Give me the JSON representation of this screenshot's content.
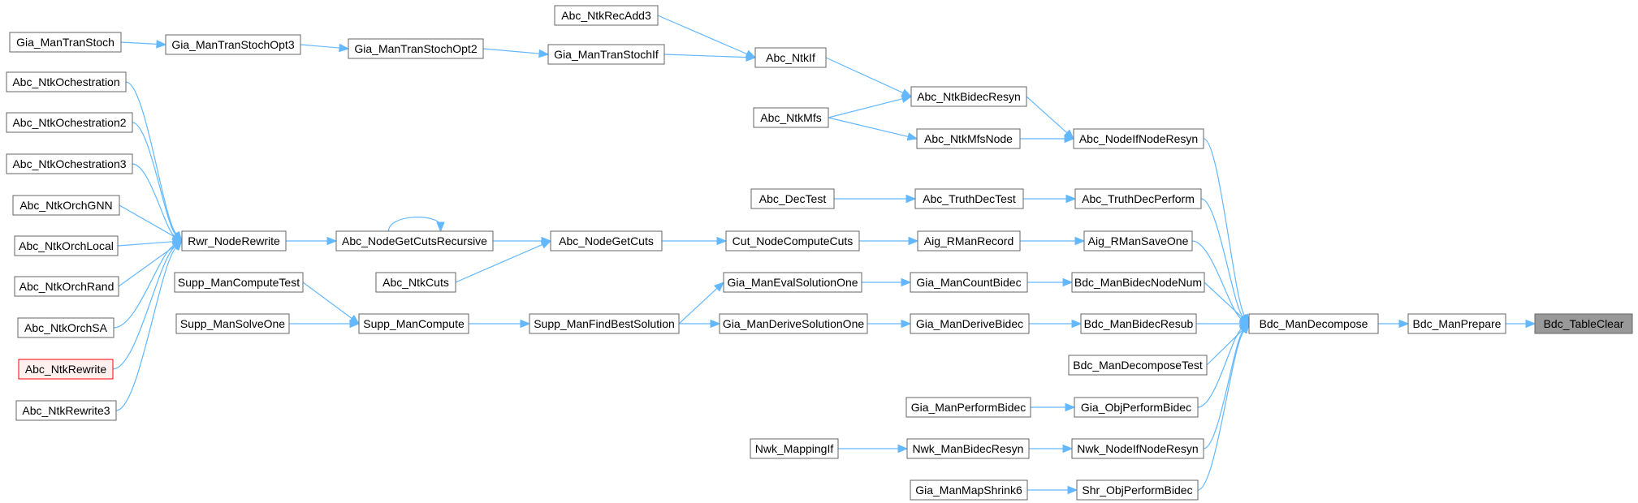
{
  "graph": {
    "colors": {
      "edge": "#63b8ff",
      "node_border": "#666666",
      "highlight_border": "#ff0000",
      "highlight_fill": "#fff0f0",
      "root_fill": "#999999"
    },
    "nodes": [
      {
        "id": "Gia_ManTranStoch",
        "label": "Gia_ManTranStoch",
        "style": "normal"
      },
      {
        "id": "Gia_ManTranStochOpt3",
        "label": "Gia_ManTranStochOpt3",
        "style": "normal"
      },
      {
        "id": "Gia_ManTranStochOpt2",
        "label": "Gia_ManTranStochOpt2",
        "style": "normal"
      },
      {
        "id": "Gia_ManTranStochIf",
        "label": "Gia_ManTranStochIf",
        "style": "normal"
      },
      {
        "id": "Abc_NtkRecAdd3",
        "label": "Abc_NtkRecAdd3",
        "style": "normal"
      },
      {
        "id": "Abc_NtkIf",
        "label": "Abc_NtkIf",
        "style": "normal"
      },
      {
        "id": "Abc_NtkBidecResyn",
        "label": "Abc_NtkBidecResyn",
        "style": "normal"
      },
      {
        "id": "Abc_NtkMfs",
        "label": "Abc_NtkMfs",
        "style": "normal"
      },
      {
        "id": "Abc_NtkMfsNode",
        "label": "Abc_NtkMfsNode",
        "style": "normal"
      },
      {
        "id": "Abc_NodeIfNodeResyn",
        "label": "Abc_NodeIfNodeResyn",
        "style": "normal"
      },
      {
        "id": "Abc_NtkOchestration",
        "label": "Abc_NtkOchestration",
        "style": "normal"
      },
      {
        "id": "Abc_NtkOchestration2",
        "label": "Abc_NtkOchestration2",
        "style": "normal"
      },
      {
        "id": "Abc_NtkOchestration3",
        "label": "Abc_NtkOchestration3",
        "style": "normal"
      },
      {
        "id": "Abc_NtkOrchGNN",
        "label": "Abc_NtkOrchGNN",
        "style": "normal"
      },
      {
        "id": "Abc_NtkOrchLocal",
        "label": "Abc_NtkOrchLocal",
        "style": "normal"
      },
      {
        "id": "Abc_NtkOrchRand",
        "label": "Abc_NtkOrchRand",
        "style": "normal"
      },
      {
        "id": "Abc_NtkOrchSA",
        "label": "Abc_NtkOrchSA",
        "style": "normal"
      },
      {
        "id": "Abc_NtkRewrite",
        "label": "Abc_NtkRewrite",
        "style": "highlight"
      },
      {
        "id": "Abc_NtkRewrite3",
        "label": "Abc_NtkRewrite3",
        "style": "normal"
      },
      {
        "id": "Rwr_NodeRewrite",
        "label": "Rwr_NodeRewrite",
        "style": "normal"
      },
      {
        "id": "Abc_NodeGetCutsRecursive",
        "label": "Abc_NodeGetCutsRecursive",
        "style": "normal"
      },
      {
        "id": "Abc_NtkCuts",
        "label": "Abc_NtkCuts",
        "style": "normal"
      },
      {
        "id": "Abc_NodeGetCuts",
        "label": "Abc_NodeGetCuts",
        "style": "normal"
      },
      {
        "id": "Abc_DecTest",
        "label": "Abc_DecTest",
        "style": "normal"
      },
      {
        "id": "Abc_TruthDecTest",
        "label": "Abc_TruthDecTest",
        "style": "normal"
      },
      {
        "id": "Abc_TruthDecPerform",
        "label": "Abc_TruthDecPerform",
        "style": "normal"
      },
      {
        "id": "Cut_NodeComputeCuts",
        "label": "Cut_NodeComputeCuts",
        "style": "normal"
      },
      {
        "id": "Aig_RManRecord",
        "label": "Aig_RManRecord",
        "style": "normal"
      },
      {
        "id": "Aig_RManSaveOne",
        "label": "Aig_RManSaveOne",
        "style": "normal"
      },
      {
        "id": "Supp_ManComputeTest",
        "label": "Supp_ManComputeTest",
        "style": "normal"
      },
      {
        "id": "Supp_ManSolveOne",
        "label": "Supp_ManSolveOne",
        "style": "normal"
      },
      {
        "id": "Supp_ManCompute",
        "label": "Supp_ManCompute",
        "style": "normal"
      },
      {
        "id": "Supp_ManFindBestSolution",
        "label": "Supp_ManFindBestSolution",
        "style": "normal"
      },
      {
        "id": "Gia_ManEvalSolutionOne",
        "label": "Gia_ManEvalSolutionOne",
        "style": "normal"
      },
      {
        "id": "Gia_ManDeriveSolutionOne",
        "label": "Gia_ManDeriveSolutionOne",
        "style": "normal"
      },
      {
        "id": "Gia_ManCountBidec",
        "label": "Gia_ManCountBidec",
        "style": "normal"
      },
      {
        "id": "Gia_ManDeriveBidec",
        "label": "Gia_ManDeriveBidec",
        "style": "normal"
      },
      {
        "id": "Bdc_ManBidecNodeNum",
        "label": "Bdc_ManBidecNodeNum",
        "style": "normal"
      },
      {
        "id": "Bdc_ManBidecResub",
        "label": "Bdc_ManBidecResub",
        "style": "normal"
      },
      {
        "id": "Bdc_ManDecomposeTest",
        "label": "Bdc_ManDecomposeTest",
        "style": "normal"
      },
      {
        "id": "Gia_ManPerformBidec",
        "label": "Gia_ManPerformBidec",
        "style": "normal"
      },
      {
        "id": "Gia_ObjPerformBidec",
        "label": "Gia_ObjPerformBidec",
        "style": "normal"
      },
      {
        "id": "Nwk_MappingIf",
        "label": "Nwk_MappingIf",
        "style": "normal"
      },
      {
        "id": "Nwk_ManBidecResyn",
        "label": "Nwk_ManBidecResyn",
        "style": "normal"
      },
      {
        "id": "Nwk_NodeIfNodeResyn",
        "label": "Nwk_NodeIfNodeResyn",
        "style": "normal"
      },
      {
        "id": "Gia_ManMapShrink6",
        "label": "Gia_ManMapShrink6",
        "style": "normal"
      },
      {
        "id": "Shr_ObjPerformBidec",
        "label": "Shr_ObjPerformBidec",
        "style": "normal"
      },
      {
        "id": "Bdc_ManDecompose",
        "label": "Bdc_ManDecompose",
        "style": "normal"
      },
      {
        "id": "Bdc_ManPrepare",
        "label": "Bdc_ManPrepare",
        "style": "normal"
      },
      {
        "id": "Bdc_TableClear",
        "label": "Bdc_TableClear",
        "style": "root"
      }
    ],
    "edges": [
      [
        "Gia_ManTranStoch",
        "Gia_ManTranStochOpt3"
      ],
      [
        "Gia_ManTranStochOpt3",
        "Gia_ManTranStochOpt2"
      ],
      [
        "Gia_ManTranStochOpt2",
        "Gia_ManTranStochIf"
      ],
      [
        "Gia_ManTranStochIf",
        "Abc_NtkIf"
      ],
      [
        "Abc_NtkRecAdd3",
        "Abc_NtkIf"
      ],
      [
        "Abc_NtkIf",
        "Abc_NtkBidecResyn"
      ],
      [
        "Abc_NtkMfs",
        "Abc_NtkBidecResyn"
      ],
      [
        "Abc_NtkMfs",
        "Abc_NtkMfsNode"
      ],
      [
        "Abc_NtkBidecResyn",
        "Abc_NodeIfNodeResyn"
      ],
      [
        "Abc_NtkMfsNode",
        "Abc_NodeIfNodeResyn"
      ],
      [
        "Abc_NodeIfNodeResyn",
        "Bdc_ManDecompose"
      ],
      [
        "Abc_NtkOchestration",
        "Rwr_NodeRewrite"
      ],
      [
        "Abc_NtkOchestration2",
        "Rwr_NodeRewrite"
      ],
      [
        "Abc_NtkOchestration3",
        "Rwr_NodeRewrite"
      ],
      [
        "Abc_NtkOrchGNN",
        "Rwr_NodeRewrite"
      ],
      [
        "Abc_NtkOrchLocal",
        "Rwr_NodeRewrite"
      ],
      [
        "Abc_NtkOrchRand",
        "Rwr_NodeRewrite"
      ],
      [
        "Abc_NtkOrchSA",
        "Rwr_NodeRewrite"
      ],
      [
        "Abc_NtkRewrite",
        "Rwr_NodeRewrite"
      ],
      [
        "Abc_NtkRewrite3",
        "Rwr_NodeRewrite"
      ],
      [
        "Rwr_NodeRewrite",
        "Abc_NodeGetCutsRecursive"
      ],
      [
        "Abc_NodeGetCutsRecursive",
        "Abc_NodeGetCutsRecursive"
      ],
      [
        "Abc_NodeGetCutsRecursive",
        "Abc_NodeGetCuts"
      ],
      [
        "Abc_NtkCuts",
        "Abc_NodeGetCuts"
      ],
      [
        "Abc_NodeGetCuts",
        "Cut_NodeComputeCuts"
      ],
      [
        "Cut_NodeComputeCuts",
        "Aig_RManRecord"
      ],
      [
        "Aig_RManRecord",
        "Aig_RManSaveOne"
      ],
      [
        "Aig_RManSaveOne",
        "Bdc_ManDecompose"
      ],
      [
        "Abc_DecTest",
        "Abc_TruthDecTest"
      ],
      [
        "Abc_TruthDecTest",
        "Abc_TruthDecPerform"
      ],
      [
        "Abc_TruthDecPerform",
        "Bdc_ManDecompose"
      ],
      [
        "Supp_ManComputeTest",
        "Supp_ManCompute"
      ],
      [
        "Supp_ManSolveOne",
        "Supp_ManCompute"
      ],
      [
        "Supp_ManCompute",
        "Supp_ManFindBestSolution"
      ],
      [
        "Supp_ManFindBestSolution",
        "Gia_ManEvalSolutionOne"
      ],
      [
        "Supp_ManFindBestSolution",
        "Gia_ManDeriveSolutionOne"
      ],
      [
        "Gia_ManEvalSolutionOne",
        "Gia_ManCountBidec"
      ],
      [
        "Gia_ManDeriveSolutionOne",
        "Gia_ManDeriveBidec"
      ],
      [
        "Gia_ManCountBidec",
        "Bdc_ManBidecNodeNum"
      ],
      [
        "Gia_ManDeriveBidec",
        "Bdc_ManBidecResub"
      ],
      [
        "Bdc_ManBidecNodeNum",
        "Bdc_ManDecompose"
      ],
      [
        "Bdc_ManBidecResub",
        "Bdc_ManDecompose"
      ],
      [
        "Bdc_ManDecomposeTest",
        "Bdc_ManDecompose"
      ],
      [
        "Gia_ManPerformBidec",
        "Gia_ObjPerformBidec"
      ],
      [
        "Gia_ObjPerformBidec",
        "Bdc_ManDecompose"
      ],
      [
        "Nwk_MappingIf",
        "Nwk_ManBidecResyn"
      ],
      [
        "Nwk_ManBidecResyn",
        "Nwk_NodeIfNodeResyn"
      ],
      [
        "Nwk_NodeIfNodeResyn",
        "Bdc_ManDecompose"
      ],
      [
        "Gia_ManMapShrink6",
        "Shr_ObjPerformBidec"
      ],
      [
        "Shr_ObjPerformBidec",
        "Bdc_ManDecompose"
      ],
      [
        "Bdc_ManDecompose",
        "Bdc_ManPrepare"
      ],
      [
        "Bdc_ManPrepare",
        "Bdc_TableClear"
      ]
    ]
  }
}
